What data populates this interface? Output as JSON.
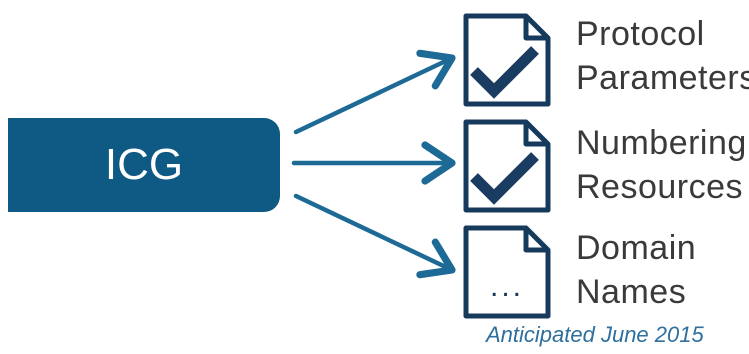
{
  "center_box": {
    "label": "ICG"
  },
  "documents": [
    {
      "name_line1": "Protocol",
      "name_line2": "Parameters",
      "status": "check"
    },
    {
      "name_line1": "Numbering",
      "name_line2": "Resources",
      "status": "check"
    },
    {
      "name_line1": "Domain",
      "name_line2": "Names",
      "status": "ellipsis",
      "status_text": "..."
    }
  ],
  "note": "Anticipated June 2015",
  "colors": {
    "box": "#0f5a84",
    "arrow": "#1d6a96",
    "doc_outline": "#153a5b",
    "check": "#1a3c60",
    "note": "#2e6f9e",
    "label": "#3a3a3a"
  }
}
